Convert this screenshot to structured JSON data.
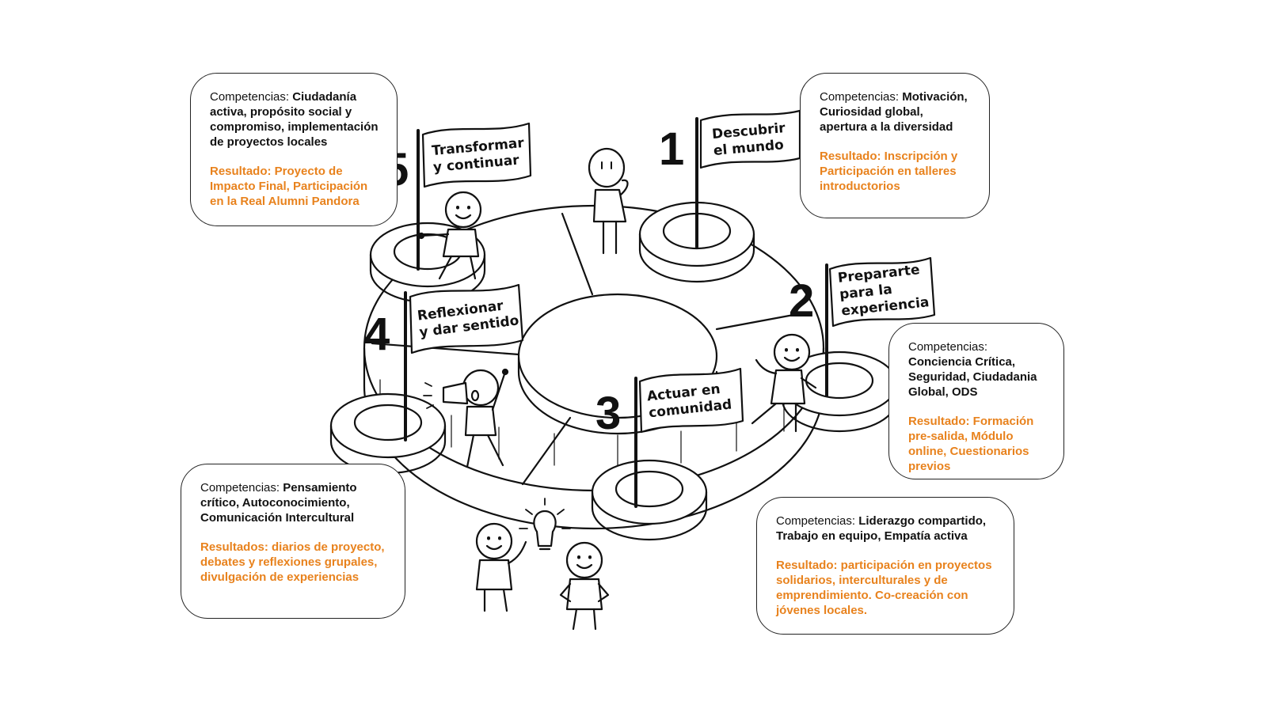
{
  "steps": [
    {
      "number": "1",
      "flag": "Descubrir\nel mundo",
      "competencias_label": "Competencias: ",
      "competencias": "Motivación, Curiosidad global, apertura a la diversidad",
      "resultado": "Resultado: Inscripción y Participación en talleres introductorios"
    },
    {
      "number": "2",
      "flag": "Prepararte\npara la\nexperiencia",
      "competencias_label": "Competencias: ",
      "competencias": "Conciencia Crítica, Seguridad, Ciudadania Global, ODS",
      "resultado": "Resultado: Formación pre-salida, Módulo online, Cuestionarios previos"
    },
    {
      "number": "3",
      "flag": "Actuar en\ncomunidad",
      "competencias_label": "Competencias: ",
      "competencias": "Liderazgo compartido, Trabajo en equipo, Empatía activa",
      "resultado": "Resultado: participación en proyectos solidarios, interculturales y de emprendimiento. Co-creación con jóvenes locales."
    },
    {
      "number": "4",
      "flag": "Reflexionar\ny dar sentido",
      "competencias_label": "Competencias: ",
      "competencias": "Pensamiento crítico, Autoconocimiento, Comunicación Intercultural",
      "resultado": "Resultados: diarios de proyecto, debates y reflexiones grupales, divulgación de experiencias"
    },
    {
      "number": "5",
      "flag": "Transformar\ny continuar",
      "competencias_label": "Competencias: ",
      "competencias": "Ciudadanía activa, propósito social y compromiso, implementación de proyectos locales",
      "resultado": "Resultado: Proyecto de Impacto Final, Participación en la Real Alumni Pandora"
    }
  ],
  "colors": {
    "accent": "#e8821d",
    "ink": "#111111"
  }
}
